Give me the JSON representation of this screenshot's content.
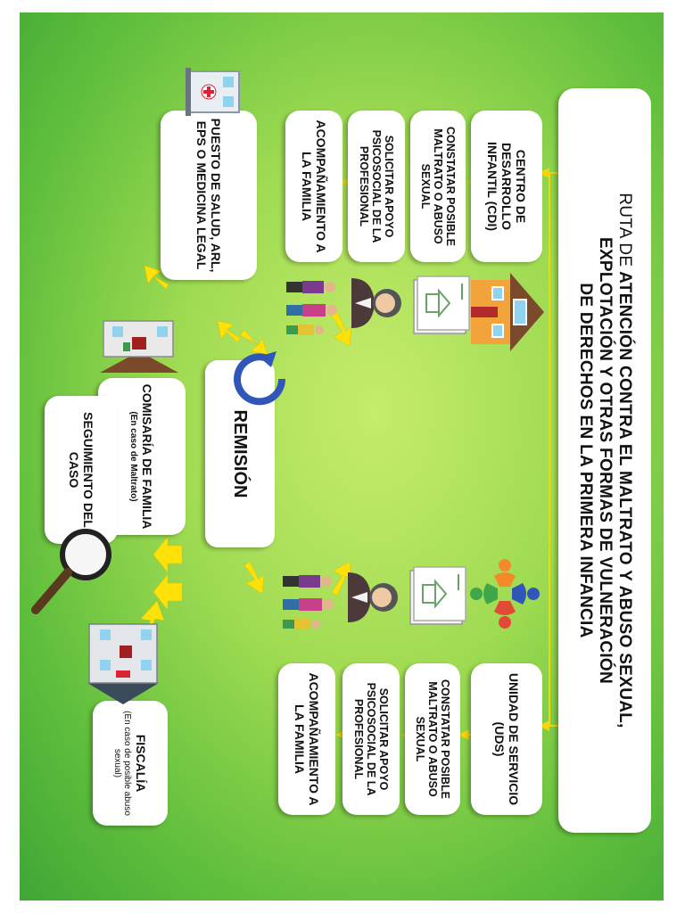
{
  "title": {
    "prefix": "RUTA DE",
    "line1": "ATENCIÓN CONTRA EL MALTRATO Y ABUSO SEXUAL,",
    "line2": "EXPLOTACIÓN Y OTRAS FORMAS DE VULNERACIÓN",
    "line3": "DE DERECHOS EN LA PRIMERA INFANCIA"
  },
  "cdi": {
    "name": "CENTRO DE DESARROLLO INFANTIL (CDI)",
    "constatar": "CONSTATAR POSIBLE MALTRATO O ABUSO SEXUAL",
    "solicitar": "SOLICITAR APOYO PSICOSOCIAL DE LA PROFESIONAL",
    "acompanamiento": "ACOMPAÑAMIENTO A LA FAMILIA"
  },
  "uds": {
    "name": "UNIDAD DE SERVICIO (UDS)",
    "constatar": "CONSTATAR POSIBLE MALTRATO O ABUSO SEXUAL",
    "solicitar": "SOLICITAR APOYO PSICOSOCIAL DE LA PROFESIONAL",
    "acompanamiento": "ACOMPAÑAMIENTO A LA FAMILIA"
  },
  "remision": "REMISIÓN",
  "puesto_salud": "PUESTO DE SALUD, ARL, EPS O MEDICINA LEGAL",
  "comisaria": {
    "name": "COMISARÍA DE FAMILIA",
    "note": "(En caso de Maltrato)"
  },
  "fiscalia": {
    "name": "FISCALÍA",
    "note": "(En caso de posible abuso sexual)"
  },
  "seguimiento": "SEGUIMIENTO DEL CASO",
  "colors": {
    "arrow": "#ffe10a",
    "connector": "#f6d40a",
    "remision_blue": "#2f56b8",
    "house_wall": "#f2a33c",
    "house_roof": "#7a4a2a"
  },
  "icons": [
    "house-icon",
    "document-icon",
    "psychologist-icon",
    "family-icon",
    "hospital-icon",
    "refresh-icon",
    "people-circle-icon",
    "magnifier-icon",
    "courthouse-icon"
  ]
}
